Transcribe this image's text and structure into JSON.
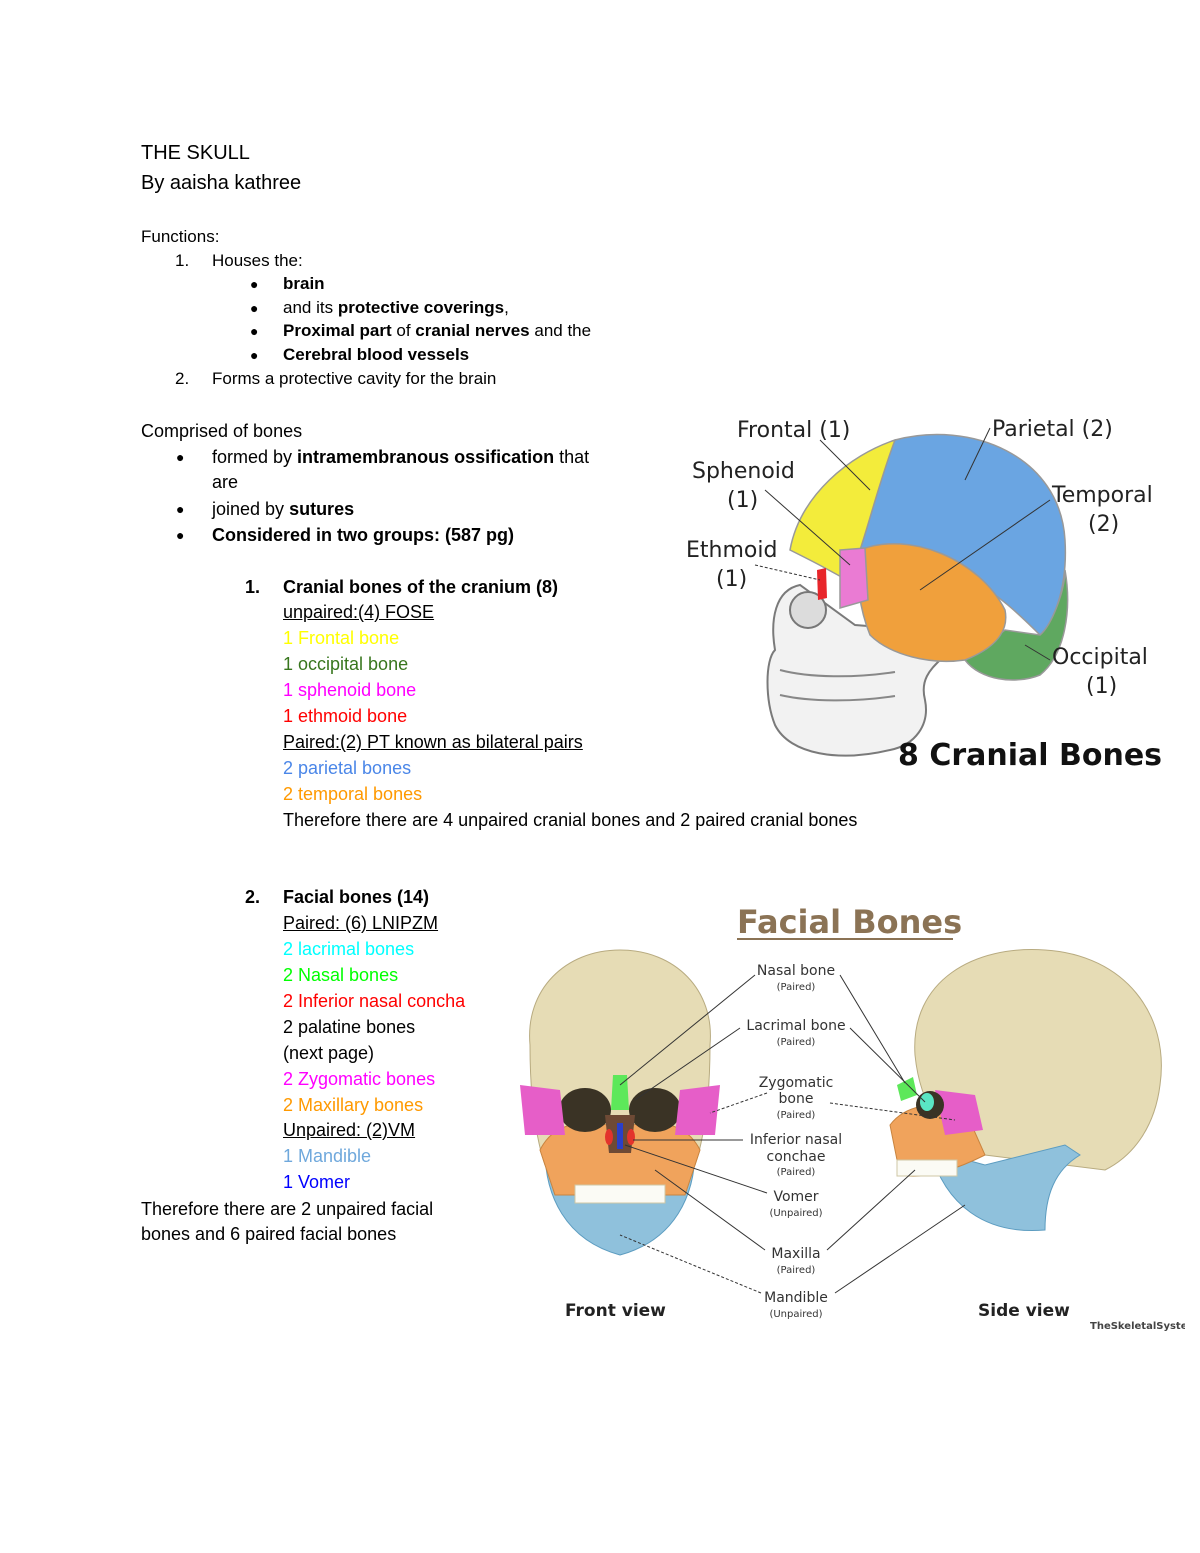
{
  "doc": {
    "title": "THE SKULL",
    "author": "By aaisha kathree",
    "functions_heading": "Functions:",
    "f1_num": "1.",
    "f1_text": "Houses the:",
    "f1_items": {
      "a": {
        "bold": "brain"
      },
      "b": {
        "pre": "and its ",
        "bold": "protective coverings",
        "post": ","
      },
      "c": {
        "bold1": "Proximal part",
        "mid": " of ",
        "bold2": "cranial nerves",
        "post": " and the"
      },
      "d": {
        "bold": "Cerebral blood vessels"
      }
    },
    "f2_num": "2.",
    "f2_text": "Forms a protective cavity for the brain",
    "comprised": "Comprised of bones",
    "bul1": {
      "pre": "formed by ",
      "bold": "intramembranous ossification",
      "post": " that",
      "line2": "are"
    },
    "bul2": {
      "pre": "joined by ",
      "bold": "sutures"
    },
    "bul3": {
      "bold": "Considered in two groups: (587 pg)"
    }
  },
  "cranial": {
    "num": "1.",
    "heading": "Cranial bones of the cranium (8)",
    "unpaired": "unpaired:(4) FOSE",
    "frontal": "1 Frontal bone",
    "occipital": "1 occipital bone",
    "sphenoid": "1 sphenoid bone",
    "ethmoid": "1 ethmoid bone",
    "paired": "Paired:(2) PT known as bilateral pairs",
    "parietal": "2 parietal bones",
    "temporal": "2 temporal bones",
    "summary": "Therefore there are 4 unpaired cranial bones and 2 paired cranial bones"
  },
  "facial": {
    "num": "2.",
    "heading": "Facial bones (14)",
    "paired": "Paired: (6) LNIPZM",
    "lacrimal": "2 lacrimal bones",
    "nasal": "2 Nasal bones",
    "concha": "2 Inferior nasal concha",
    "palatine": "2 palatine bones",
    "next": "(next page)",
    "zygomatic": "2 Zygomatic bones",
    "maxillary": "2 Maxillary bones",
    "unpaired": "Unpaired: (2)VM",
    "mandible": "1 Mandible",
    "vomer": "1 Vomer",
    "summary1": "Therefore there are 2 unpaired facial",
    "summary2": "bones and 6 paired facial bones"
  },
  "cranial_figure": {
    "frontal": "Frontal (1)",
    "parietal": "Parietal (2)",
    "sphenoid1": "Sphenoid",
    "sphenoid2": "(1)",
    "temporal1": "Temporal",
    "temporal2": "(2)",
    "ethmoid1": "Ethmoid",
    "ethmoid2": "(1)",
    "occipital1": "Occipital",
    "occipital2": "(1)",
    "caption": "8 Cranial Bones"
  },
  "facial_figure": {
    "title": "Facial Bones",
    "nasal": "Nasal bone",
    "nasal_sub": "(Paired)",
    "lacrimal": "Lacrimal bone",
    "lacrimal_sub": "(Paired)",
    "zygo1": "Zygomatic",
    "zygo2": "bone",
    "zygo_sub": "(Paired)",
    "concha1": "Inferior nasal",
    "concha2": "conchae",
    "concha_sub": "(Paired)",
    "vomer": "Vomer",
    "vomer_sub": "(Unpaired)",
    "maxilla": "Maxilla",
    "maxilla_sub": "(Paired)",
    "mandible": "Mandible",
    "mandible_sub": "(Unpaired)",
    "front": "Front view",
    "side": "Side view",
    "credit": "TheSkeletalSystem"
  }
}
